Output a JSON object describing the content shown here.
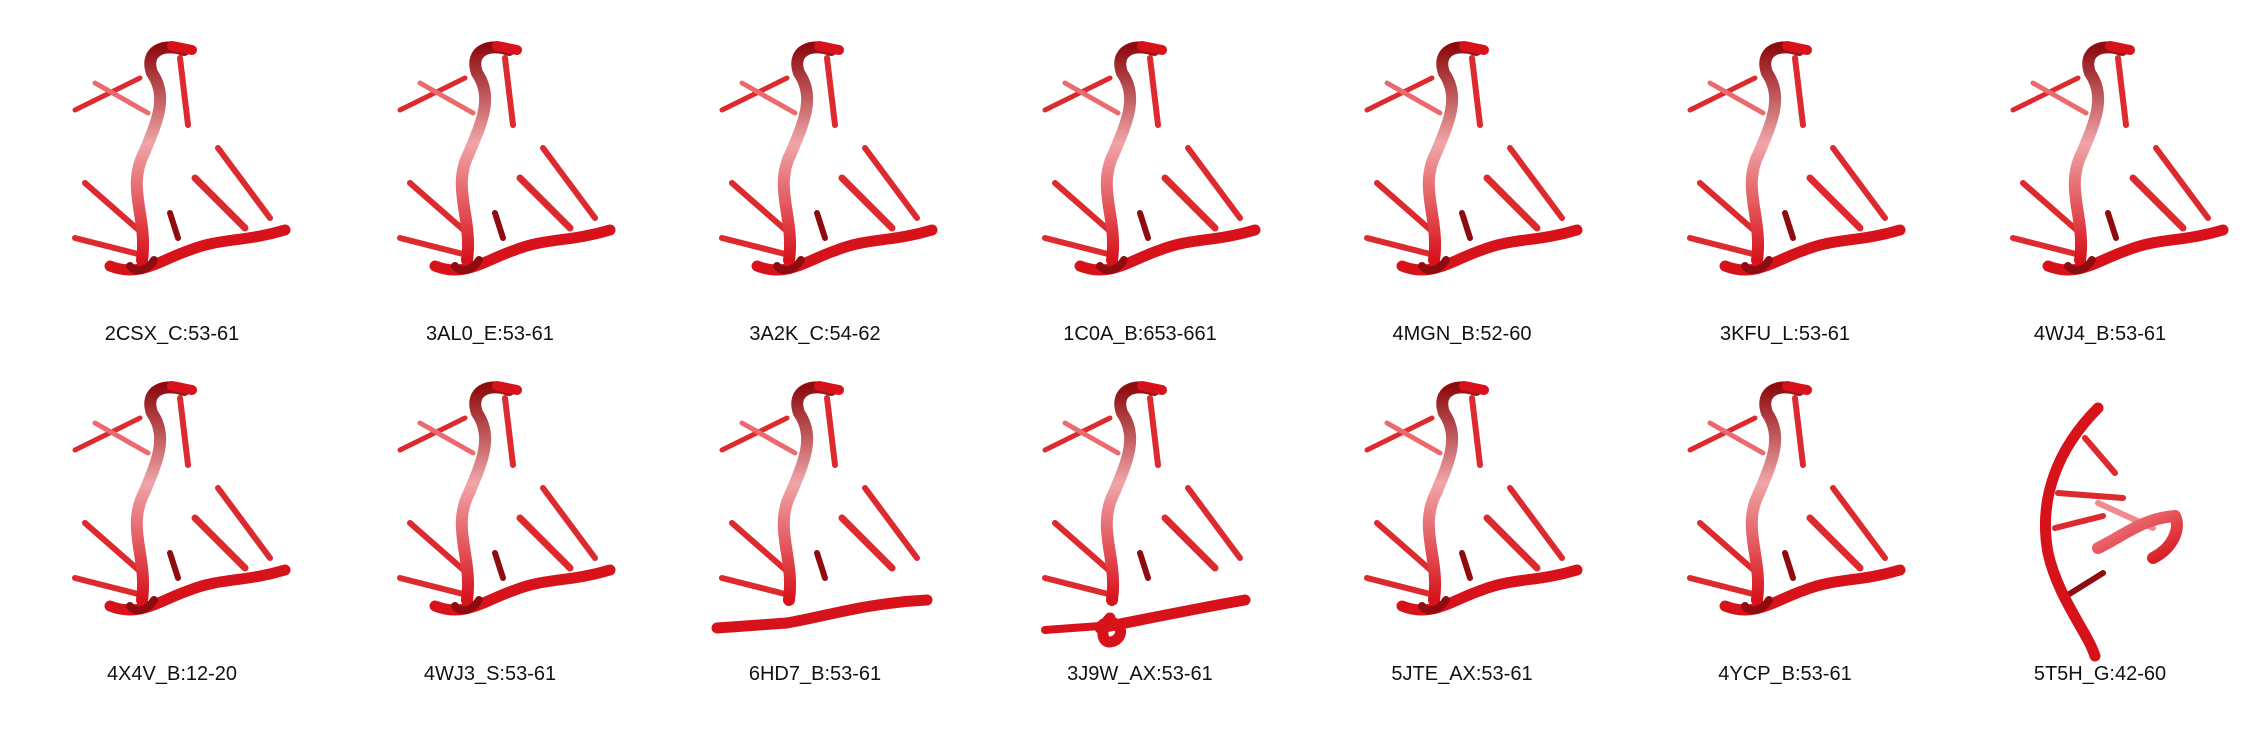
{
  "figure": {
    "panels": [
      {
        "label": "2CSX_C:53-61",
        "variant": "standard"
      },
      {
        "label": "3AL0_E:53-61",
        "variant": "standard"
      },
      {
        "label": "3A2K_C:54-62",
        "variant": "standard"
      },
      {
        "label": "1C0A_B:653-661",
        "variant": "standard"
      },
      {
        "label": "4MGN_B:52-60",
        "variant": "standard"
      },
      {
        "label": "3KFU_L:53-61",
        "variant": "standard"
      },
      {
        "label": "4WJ4_B:53-61",
        "variant": "standard"
      },
      {
        "label": "4X4V_B:12-20",
        "variant": "standard"
      },
      {
        "label": "4WJ3_S:53-61",
        "variant": "standard"
      },
      {
        "label": "6HD7_B:53-61",
        "variant": "compact"
      },
      {
        "label": "3J9W_AX:53-61",
        "variant": "loop"
      },
      {
        "label": "5JTE_AX:53-61",
        "variant": "standard"
      },
      {
        "label": "4YCP_B:53-61",
        "variant": "standard"
      },
      {
        "label": "5T5H_G:42-60",
        "variant": "outlier"
      }
    ],
    "colors": {
      "backbone": "#d8121a",
      "backbone_dark": "#8e0c10",
      "backbone_light": "#f0a5a8",
      "base": "#dc2a2f",
      "base_dark": "#8e0c10",
      "label": "#111111"
    }
  }
}
